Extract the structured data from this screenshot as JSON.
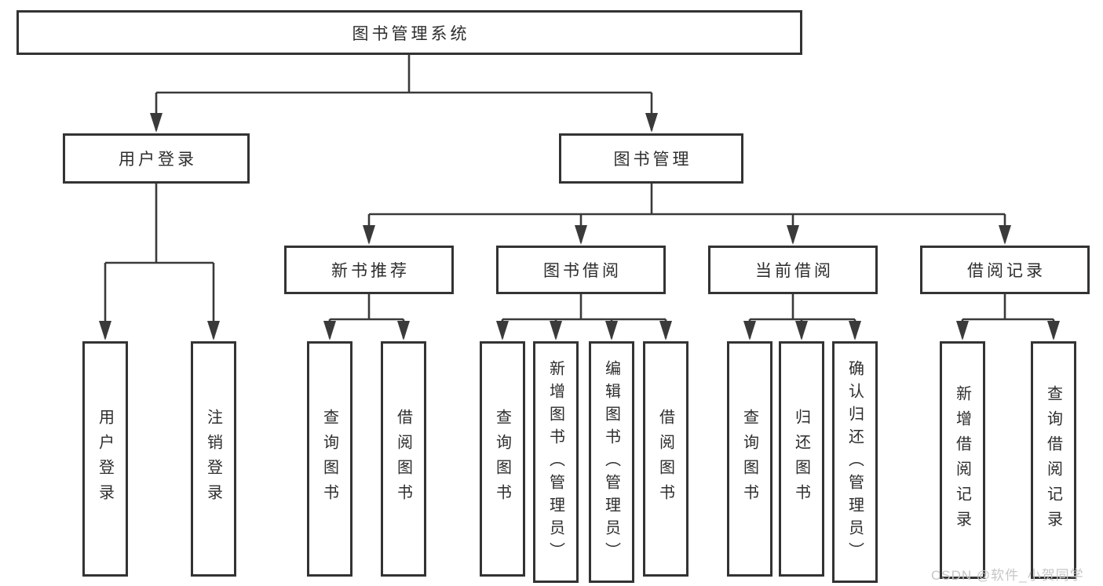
{
  "palette": {
    "background": "#ffffff",
    "box_fill": "#ffffff",
    "box_border": "#333333",
    "connector_line": "#3a3a3a",
    "text": "#2d2d2d",
    "watermark_text": "#c6c6c6"
  },
  "tree": {
    "root": {
      "label": "图书管理系统",
      "children": [
        {
          "label": "用户登录",
          "children": [
            {
              "label": "用户登录"
            },
            {
              "label": "注销登录"
            }
          ]
        },
        {
          "label": "图书管理",
          "children": [
            {
              "label": "新书推荐",
              "children": [
                {
                  "label": "查询图书"
                },
                {
                  "label": "借阅图书"
                }
              ]
            },
            {
              "label": "图书借阅",
              "children": [
                {
                  "label": "查询图书"
                },
                {
                  "label": "新增图书（管理员）"
                },
                {
                  "label": "编辑图书（管理员）"
                },
                {
                  "label": "借阅图书"
                }
              ]
            },
            {
              "label": "当前借阅",
              "children": [
                {
                  "label": "查询图书"
                },
                {
                  "label": "归还图书"
                },
                {
                  "label": "确认归还（管理员）"
                }
              ]
            },
            {
              "label": "借阅记录",
              "children": [
                {
                  "label": "新增借阅记录"
                },
                {
                  "label": "查询借阅记录"
                }
              ]
            }
          ]
        }
      ]
    }
  },
  "watermark": {
    "text": "CSDN @软件_小贺同学"
  }
}
